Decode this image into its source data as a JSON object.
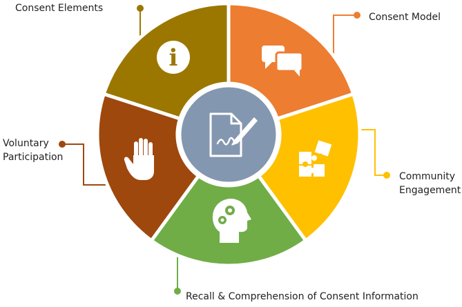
{
  "diagram": {
    "segments": [
      {
        "id": "consent-elements",
        "label": "Consent Elements",
        "color": "#9b7700",
        "icon": "info-icon"
      },
      {
        "id": "consent-model",
        "label": "Consent Model",
        "color": "#ed7d31",
        "icon": "speech-bubbles-icon"
      },
      {
        "id": "community-engagement",
        "label_line1": "Community",
        "label_line2": "Engagement",
        "color": "#ffc000",
        "icon": "puzzle-icon"
      },
      {
        "id": "recall-comprehension",
        "label": "Recall & Comprehension of Consent Information",
        "color": "#70ad47",
        "icon": "head-gears-icon"
      },
      {
        "id": "voluntary-participation",
        "label_line1": "Voluntary",
        "label_line2": "Participation",
        "color": "#9e480e",
        "icon": "hand-icon"
      }
    ],
    "center": {
      "color": "#8497b0",
      "icon": "document-signature-icon"
    }
  }
}
